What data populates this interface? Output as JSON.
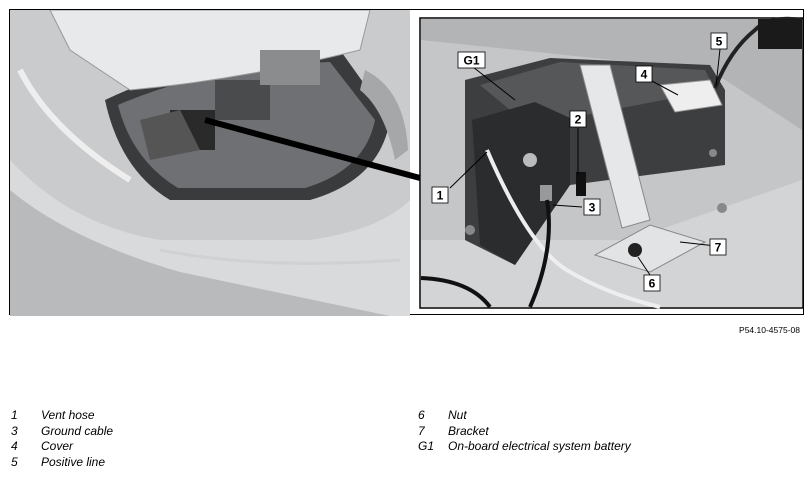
{
  "reference_code": "P54.10-4575-08",
  "callouts": [
    {
      "id": "G1"
    },
    {
      "id": "1"
    },
    {
      "id": "2"
    },
    {
      "id": "3"
    },
    {
      "id": "4"
    },
    {
      "id": "5"
    },
    {
      "id": "6"
    },
    {
      "id": "7"
    }
  ],
  "legend": {
    "left": [
      {
        "num": "1",
        "text": "Vent hose"
      },
      {
        "num": "3",
        "text": "Ground cable"
      },
      {
        "num": "4",
        "text": "Cover"
      },
      {
        "num": "5",
        "text": "Positive line"
      }
    ],
    "right": [
      {
        "num": "6",
        "text": "Nut"
      },
      {
        "num": "7",
        "text": "Bracket"
      },
      {
        "num": "G1",
        "text": "On-board electrical system battery"
      }
    ]
  }
}
